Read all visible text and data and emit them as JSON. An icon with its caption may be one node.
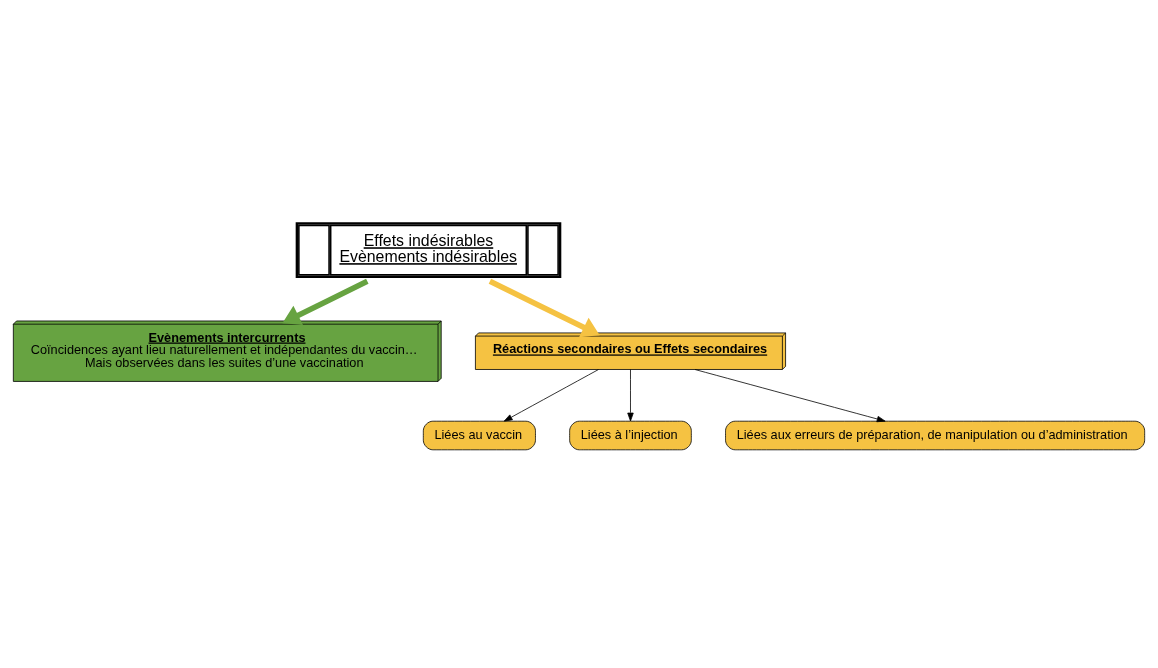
{
  "diagram": {
    "nodes": [
      {
        "text": [
          "Effets indésirables",
          "Evènements indésirables"
        ]
      },
      {
        "text": [
          "Evènements intercurrents",
          "Coïncidences ayant lieu naturellement et indépendantes du vaccin…",
          "Mais observées dans les suites d’une vaccination"
        ]
      },
      {
        "text": [
          "Réactions secondaires ou Effets secondaires"
        ]
      },
      {
        "text": [
          "Liées au vaccin"
        ]
      },
      {
        "text": [
          "Liées à l’injection"
        ]
      },
      {
        "text": [
          "Liées aux erreurs de préparation, de manipulation ou d’administration"
        ]
      }
    ],
    "edges": [
      {
        "from": 0,
        "to": 1,
        "arrow": "to",
        "style": "thick",
        "color": "#67a341"
      },
      {
        "from": 0,
        "to": 2,
        "arrow": "to",
        "style": "thick",
        "color": "#f5c242"
      },
      {
        "from": 2,
        "to": 3,
        "arrow": "to"
      },
      {
        "from": 2,
        "to": 4,
        "arrow": "to"
      },
      {
        "from": 2,
        "to": 5,
        "arrow": "to"
      }
    ]
  }
}
